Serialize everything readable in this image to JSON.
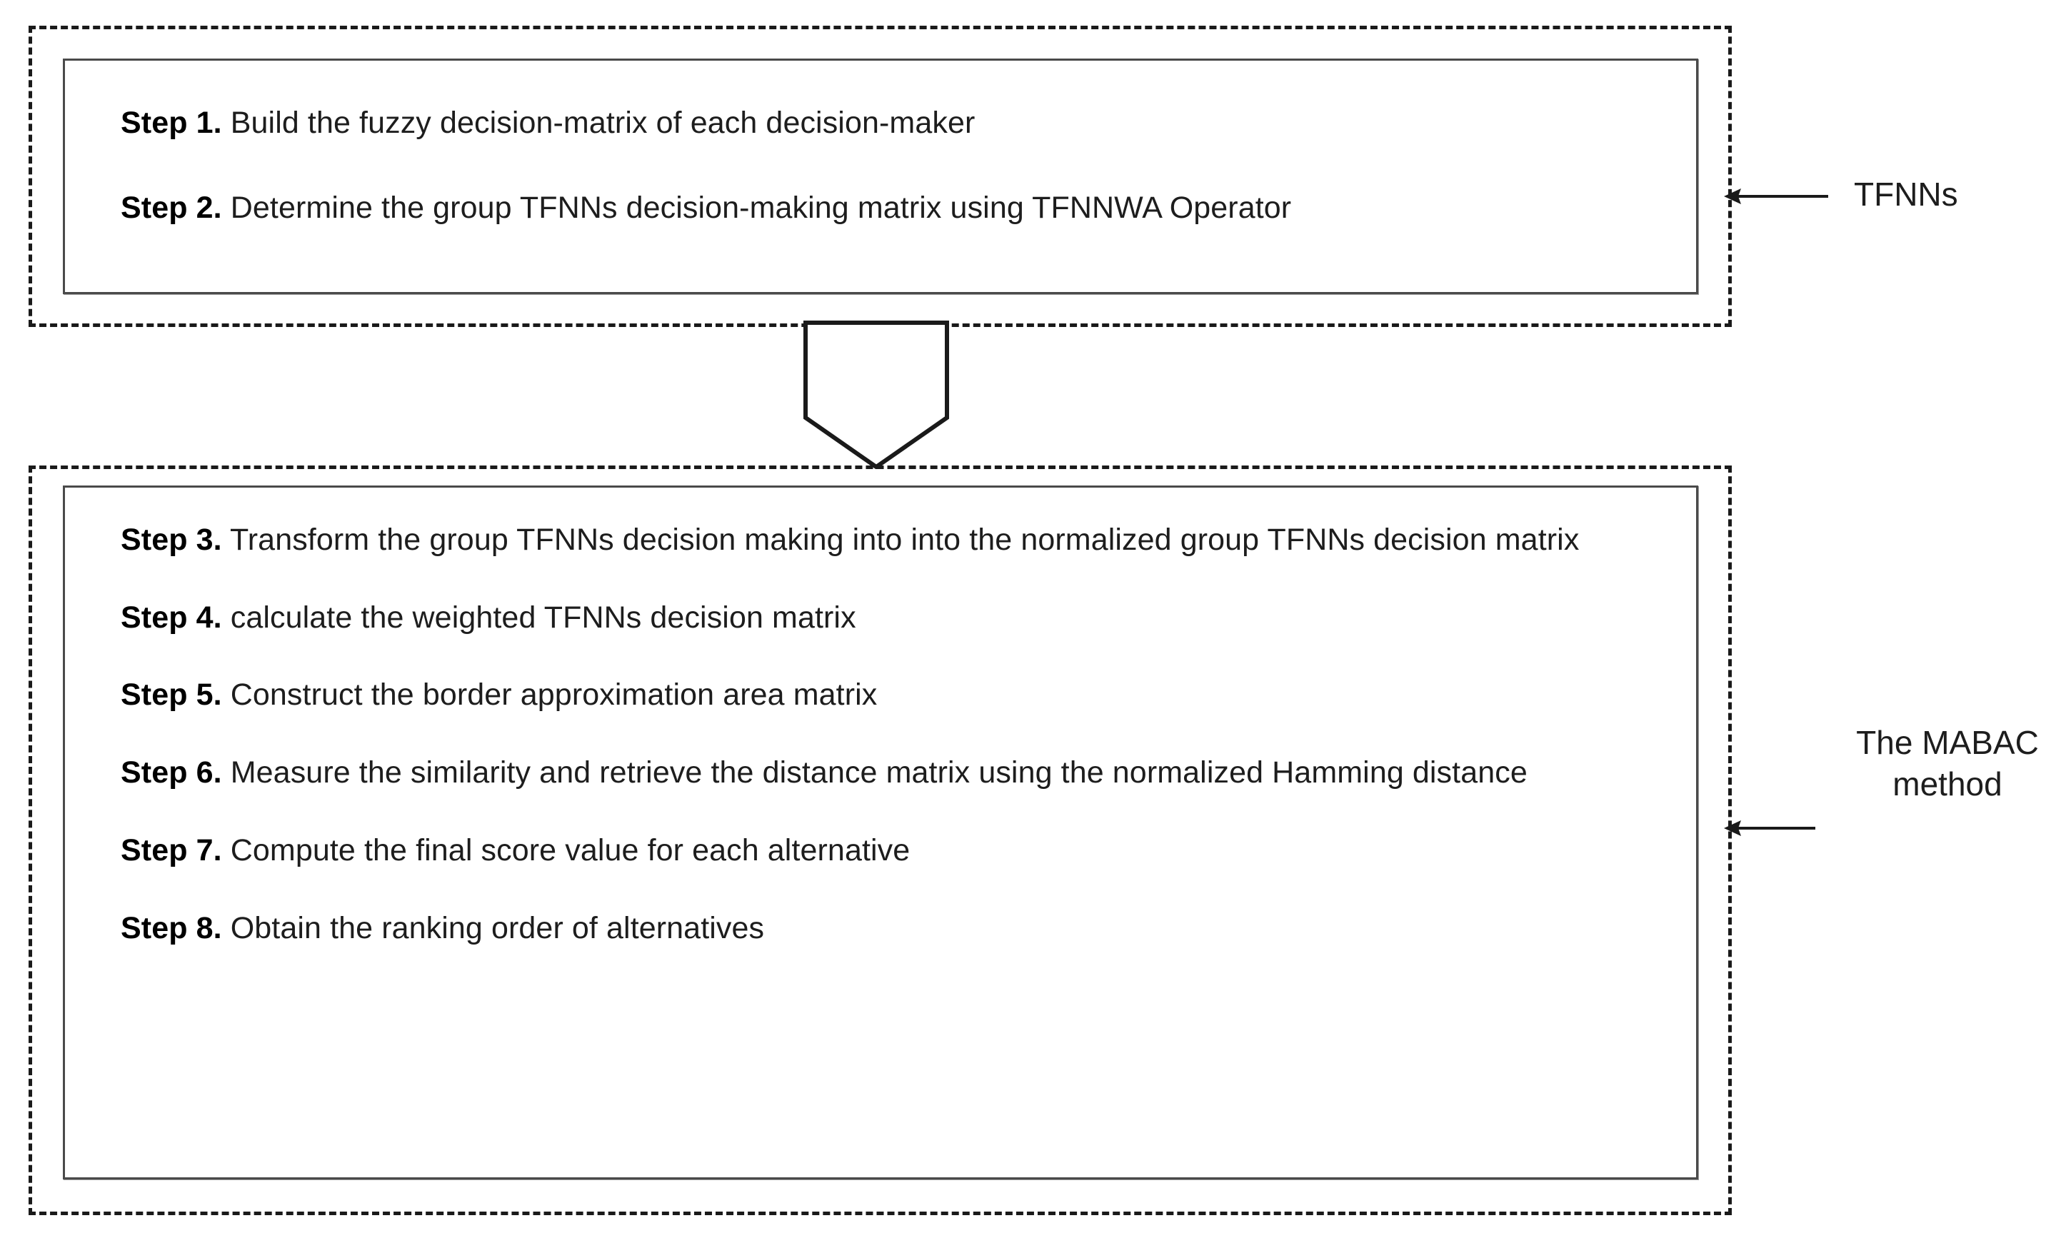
{
  "figure": {
    "title": "TFNNs-MABAC decision-making procedure flowchart",
    "stroke_color": "#1a1a1a",
    "panel_border_color": "#4a4a4a",
    "background": "#ffffff"
  },
  "groups": [
    {
      "id": "tfnns",
      "annotation": "TFNNs",
      "steps": [
        {
          "label": "Step 1.",
          "text": "Build the fuzzy decision-matrix of each decision-maker"
        },
        {
          "label": "Step 2.",
          "text": "Determine the group TFNNs decision-making matrix using TFNNWA Operator"
        }
      ]
    },
    {
      "id": "mabac",
      "annotation": "The MABAC\nmethod",
      "steps": [
        {
          "label": "Step 3.",
          "text": "Transform the group TFNNs decision making into into the normalized group TFNNs decision matrix"
        },
        {
          "label": "Step 4.",
          "text": "calculate the weighted TFNNs decision matrix"
        },
        {
          "label": "Step 5.",
          "text": "Construct the border approximation area matrix"
        },
        {
          "label": "Step 6.",
          "text": "Measure the similarity and retrieve the distance matrix using the normalized Hamming distance"
        },
        {
          "label": "Step 7.",
          "text": "Compute the final score value for each alternative"
        },
        {
          "label": "Step 8.",
          "text": "Obtain the ranking order of alternatives"
        }
      ]
    }
  ],
  "connector": {
    "shape": "down-pentagon-arrow",
    "fill": "#ffffff",
    "stroke": "#1a1a1a"
  }
}
